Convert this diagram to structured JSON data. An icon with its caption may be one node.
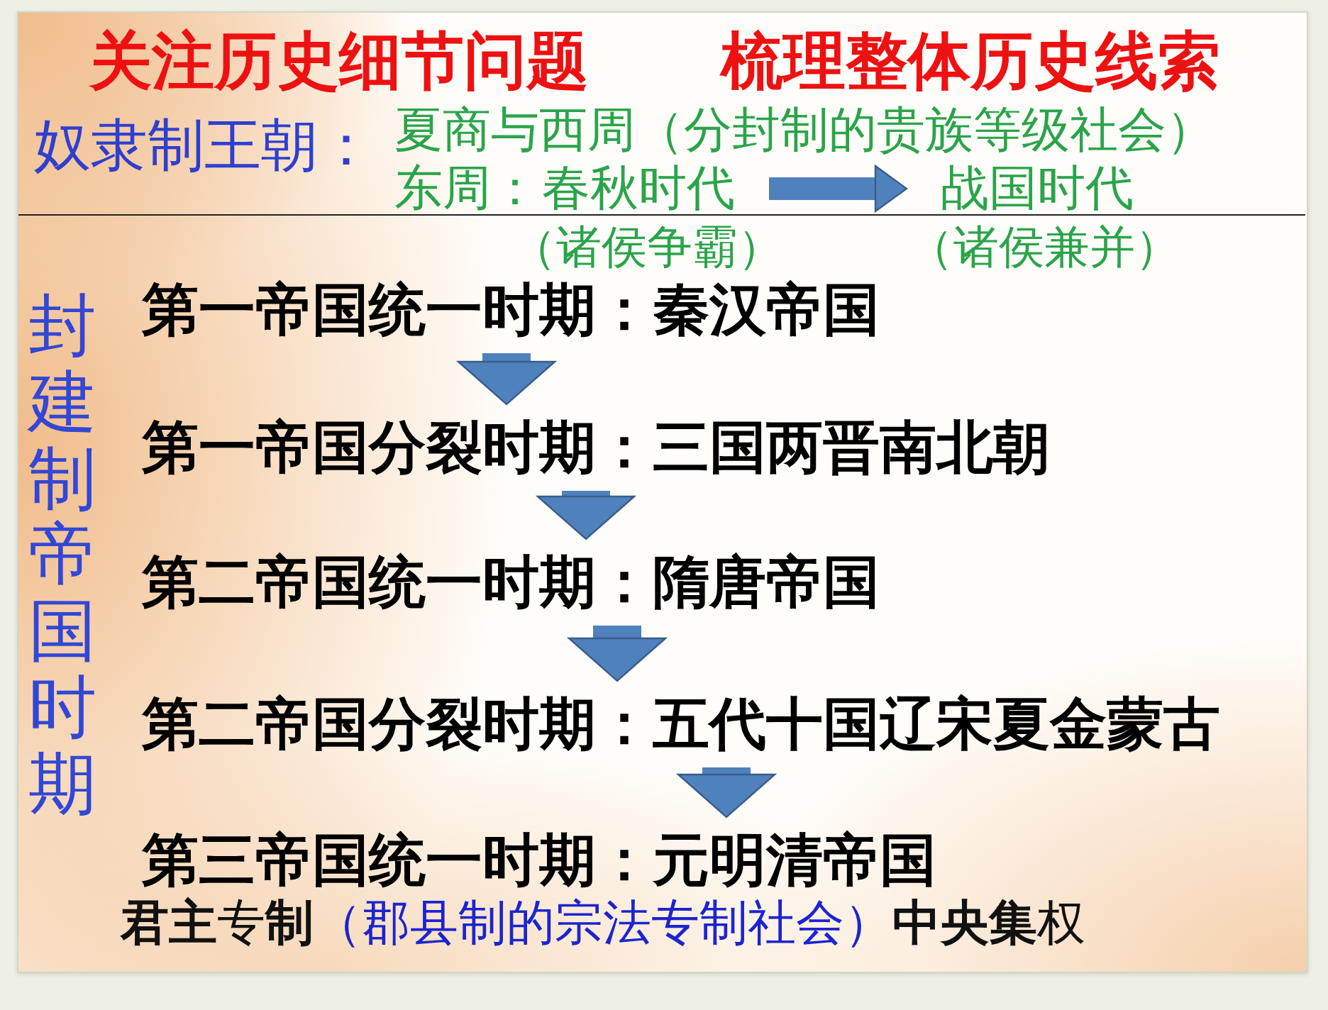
{
  "diagram": {
    "nodes": [
      {
        "text": [
          "春秋时代"
        ],
        "beside": [
          "（诸侯争霸）"
        ]
      },
      {
        "text": [
          "战国时代"
        ],
        "beside": [
          "（诸侯兼并）"
        ]
      },
      {
        "text": [
          "第一帝国统一时期：秦汉帝国"
        ]
      },
      {
        "text": [
          "第一帝国分裂时期：三国两晋南北朝"
        ]
      },
      {
        "text": [
          "第二帝国统一时期：隋唐帝国"
        ]
      },
      {
        "text": [
          "第二帝国分裂时期：五代十国辽宋夏金蒙古"
        ]
      },
      {
        "text": [
          "第三帝国统一时期：元明清帝国"
        ]
      }
    ],
    "edges": [
      {
        "from": 0,
        "to": 1,
        "arrow": "to"
      },
      {
        "from": 2,
        "to": 3,
        "arrow": "to"
      },
      {
        "from": 3,
        "to": 4,
        "arrow": "to"
      },
      {
        "from": 4,
        "to": 5,
        "arrow": "to"
      },
      {
        "from": 5,
        "to": 6,
        "arrow": "to"
      }
    ],
    "labels": [
      "关注历史细节问题",
      "梳理整体历史线索",
      "奴隶制王朝：",
      "夏商与西周（分封制的贵族等级社会）",
      "东周：",
      "封建制帝国时期",
      "**君主**专**制**",
      "（郡县制的宗法专制社会）",
      "**中央集**权"
    ]
  }
}
